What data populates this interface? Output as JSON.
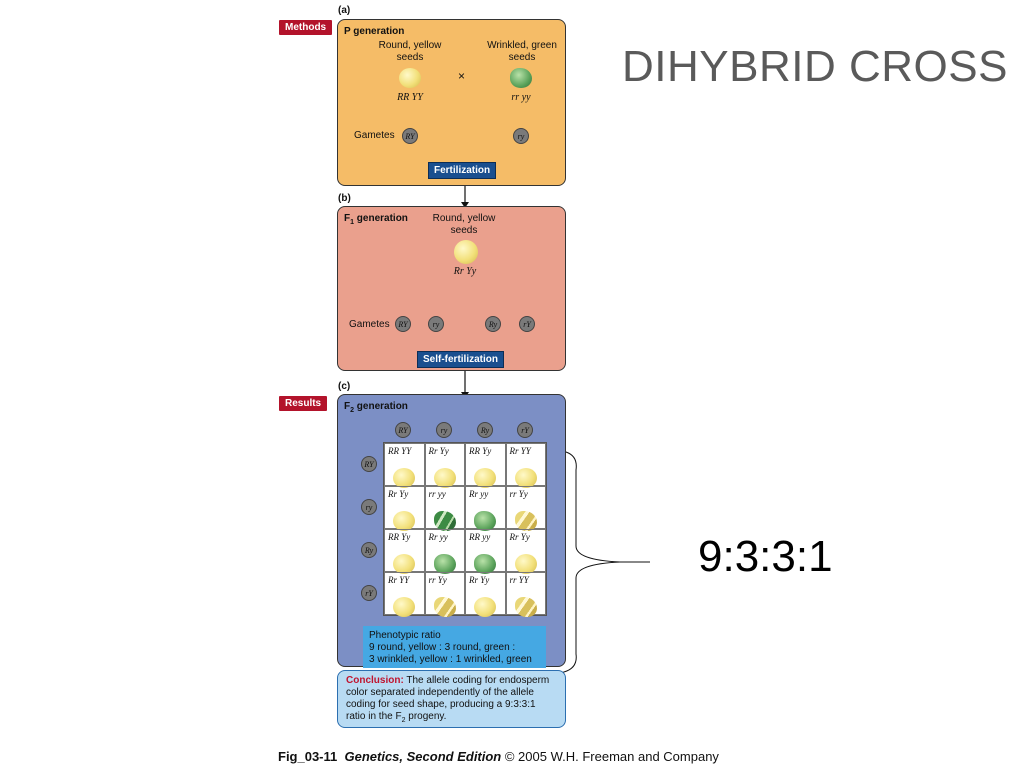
{
  "slide": {
    "title": "DIHYBRID CROSS",
    "ratio_callout": "9:3:3:1"
  },
  "labels": {
    "methods": "Methods",
    "results": "Results",
    "panel_a": "(a)",
    "panel_b": "(b)",
    "panel_c": "(c)"
  },
  "p_generation": {
    "title": "P generation",
    "parent1_label": "Round, yellow seeds",
    "parent1_line1": "Round, yellow",
    "parent1_line2": "seeds",
    "parent1_genotype": "RR YY",
    "cross_symbol": "×",
    "parent2_line1": "Wrinkled, green",
    "parent2_line2": "seeds",
    "parent2_genotype": "rr yy",
    "gametes_label": "Gametes",
    "gamete1": "RY",
    "gamete2": "ry",
    "fertilization": "Fertilization"
  },
  "f1_generation": {
    "title_prefix": "F",
    "title_sub": "1",
    "title_suffix": " generation",
    "offspring_line1": "Round, yellow",
    "offspring_line2": "seeds",
    "genotype": "Rr Yy",
    "gametes_label": "Gametes",
    "gametes": [
      "RY",
      "ry",
      "Ry",
      "rY"
    ],
    "self_fertilization": "Self-fertilization"
  },
  "f2_generation": {
    "title_prefix": "F",
    "title_sub": "2",
    "title_suffix": " generation",
    "column_gametes": [
      "RY",
      "ry",
      "Ry",
      "rY"
    ],
    "row_gametes": [
      "RY",
      "ry",
      "Ry",
      "rY"
    ],
    "punnett": [
      [
        {
          "g": "RR YY",
          "p": "round-yellow"
        },
        {
          "g": "Rr Yy",
          "p": "round-yellow"
        },
        {
          "g": "RR Yy",
          "p": "round-yellow"
        },
        {
          "g": "Rr YY",
          "p": "round-yellow"
        }
      ],
      [
        {
          "g": "Rr Yy",
          "p": "round-yellow"
        },
        {
          "g": "rr yy",
          "p": "wrinkled-green"
        },
        {
          "g": "Rr yy",
          "p": "round-green"
        },
        {
          "g": "rr Yy",
          "p": "wrinkled-yellow"
        }
      ],
      [
        {
          "g": "RR Yy",
          "p": "round-yellow"
        },
        {
          "g": "Rr yy",
          "p": "round-green"
        },
        {
          "g": "RR yy",
          "p": "round-green"
        },
        {
          "g": "Rr Yy",
          "p": "round-yellow"
        }
      ],
      [
        {
          "g": "Rr YY",
          "p": "round-yellow"
        },
        {
          "g": "rr Yy",
          "p": "wrinkled-yellow"
        },
        {
          "g": "Rr Yy",
          "p": "round-yellow"
        },
        {
          "g": "rr YY",
          "p": "wrinkled-yellow"
        }
      ]
    ],
    "ratio_title": "Phenotypic ratio",
    "ratio_line1": "9 round, yellow : 3  round, green :",
    "ratio_line2": "3 wrinkled, yellow : 1  wrinkled, green"
  },
  "conclusion": {
    "title": "Conclusion:",
    "text": " The allele coding for endosperm color separated independently of the allele coding for seed shape, producing a 9:3:3:1 ratio in the F",
    "sub": "2",
    "end": " progeny."
  },
  "caption": {
    "fig": "Fig_03-11",
    "book": "Genetics, Second Edition",
    "rest": " © 2005 W.H. Freeman and Company"
  },
  "colors": {
    "panel_a": "#f5bc67",
    "panel_b": "#eaa08d",
    "panel_c": "#7c8fc5",
    "tag_red": "#b3132b",
    "tag_blue": "#1a4f8f"
  }
}
